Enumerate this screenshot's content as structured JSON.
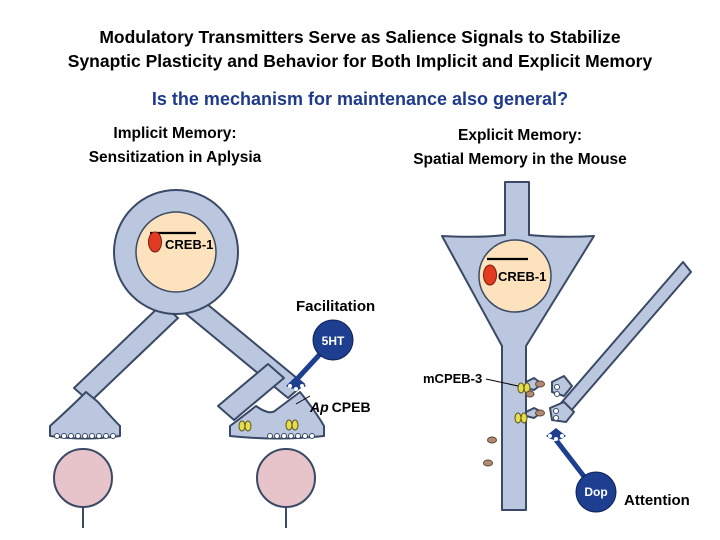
{
  "title_line1": "Modulatory Transmitters Serve as Salience Signals to Stabilize",
  "title_line2": "Synaptic Plasticity and Behavior for Both Implicit and Explicit Memory",
  "question": "Is the mechanism for maintenance also general?",
  "left": {
    "heading1": "Implicit Memory:",
    "heading2": "Sensitization in Aplysia",
    "nucleus_label": "CREB-1",
    "facilitation_label": "Facilitation",
    "transmitter_label": "5HT",
    "cpeb_prefix": "Ap",
    "cpeb_label": "CPEB"
  },
  "right": {
    "heading1": "Explicit Memory:",
    "heading2": "Spatial Memory in the Mouse",
    "nucleus_label": "CREB-1",
    "cpeb_label": "mCPEB-3",
    "transmitter_label": "Dop",
    "attention_label": "Attention"
  },
  "colors": {
    "neuron_fill": "#bac7de",
    "neuron_stroke": "#3a4a66",
    "nucleus_fill": "#fde3bd",
    "red_marker": "#e23b22",
    "yellow_granule": "#e6dd4a",
    "brown_granule": "#b08a74",
    "dark_blue": "#1e3f8f",
    "postsynaptic_fill": "#e6c4c9",
    "question_color": "#1f3a8a"
  }
}
